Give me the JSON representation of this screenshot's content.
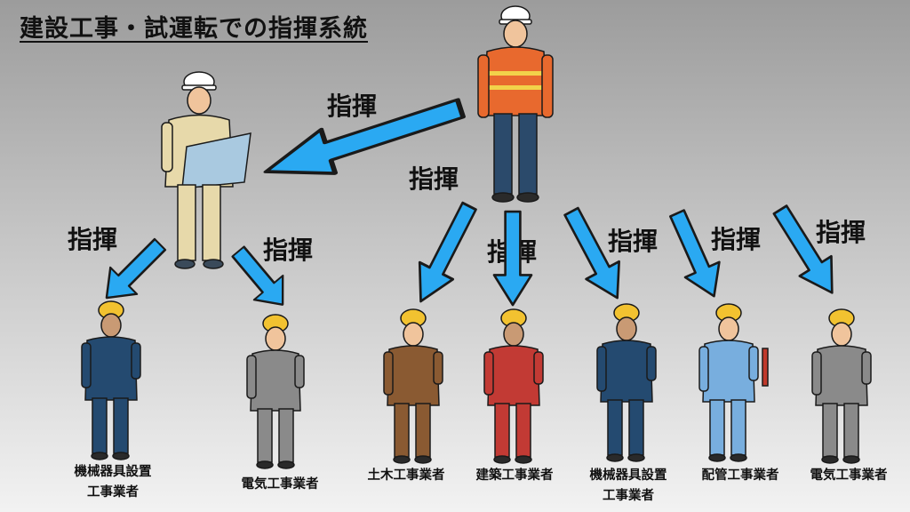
{
  "title": "建設工事・試運転での指揮系統",
  "command_label": "指揮",
  "workers": [
    {
      "name_line1": "機械器具設置",
      "name_line2": "工事業者"
    },
    {
      "name_line1": "電気工事業者",
      "name_line2": ""
    },
    {
      "name_line1": "土木工事業者",
      "name_line2": ""
    },
    {
      "name_line1": "建築工事業者",
      "name_line2": ""
    },
    {
      "name_line1": "機械器具設置",
      "name_line2": "工事業者"
    },
    {
      "name_line1": "配管工事業者",
      "name_line2": ""
    },
    {
      "name_line1": "電気工事業者",
      "name_line2": ""
    }
  ],
  "colors": {
    "arrow": "#2aa9f2",
    "arrow_stroke": "#1a1a1a",
    "helmet": "#f2c230",
    "manager_vest": "#e8692e",
    "supervisor": "#e7d9aa"
  }
}
